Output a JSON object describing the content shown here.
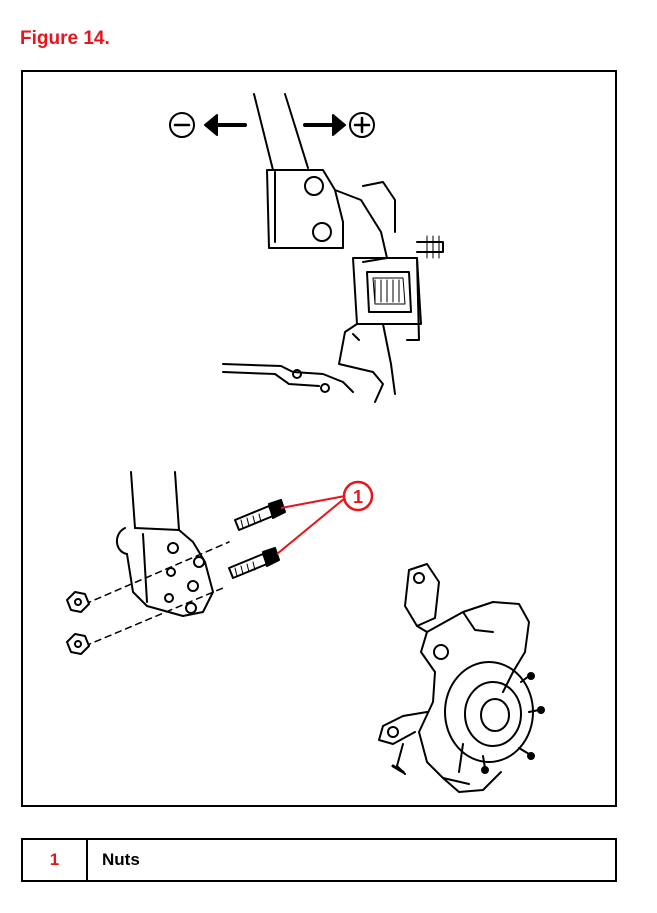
{
  "figure": {
    "title": "Figure 14.",
    "title_color": "#e8141b"
  },
  "diagram": {
    "direction": {
      "minus": "−",
      "plus": "+"
    },
    "callout_number": "1",
    "callout_color": "#e8141b"
  },
  "legend": {
    "items": [
      {
        "number": "1",
        "label": "Nuts"
      }
    ]
  }
}
